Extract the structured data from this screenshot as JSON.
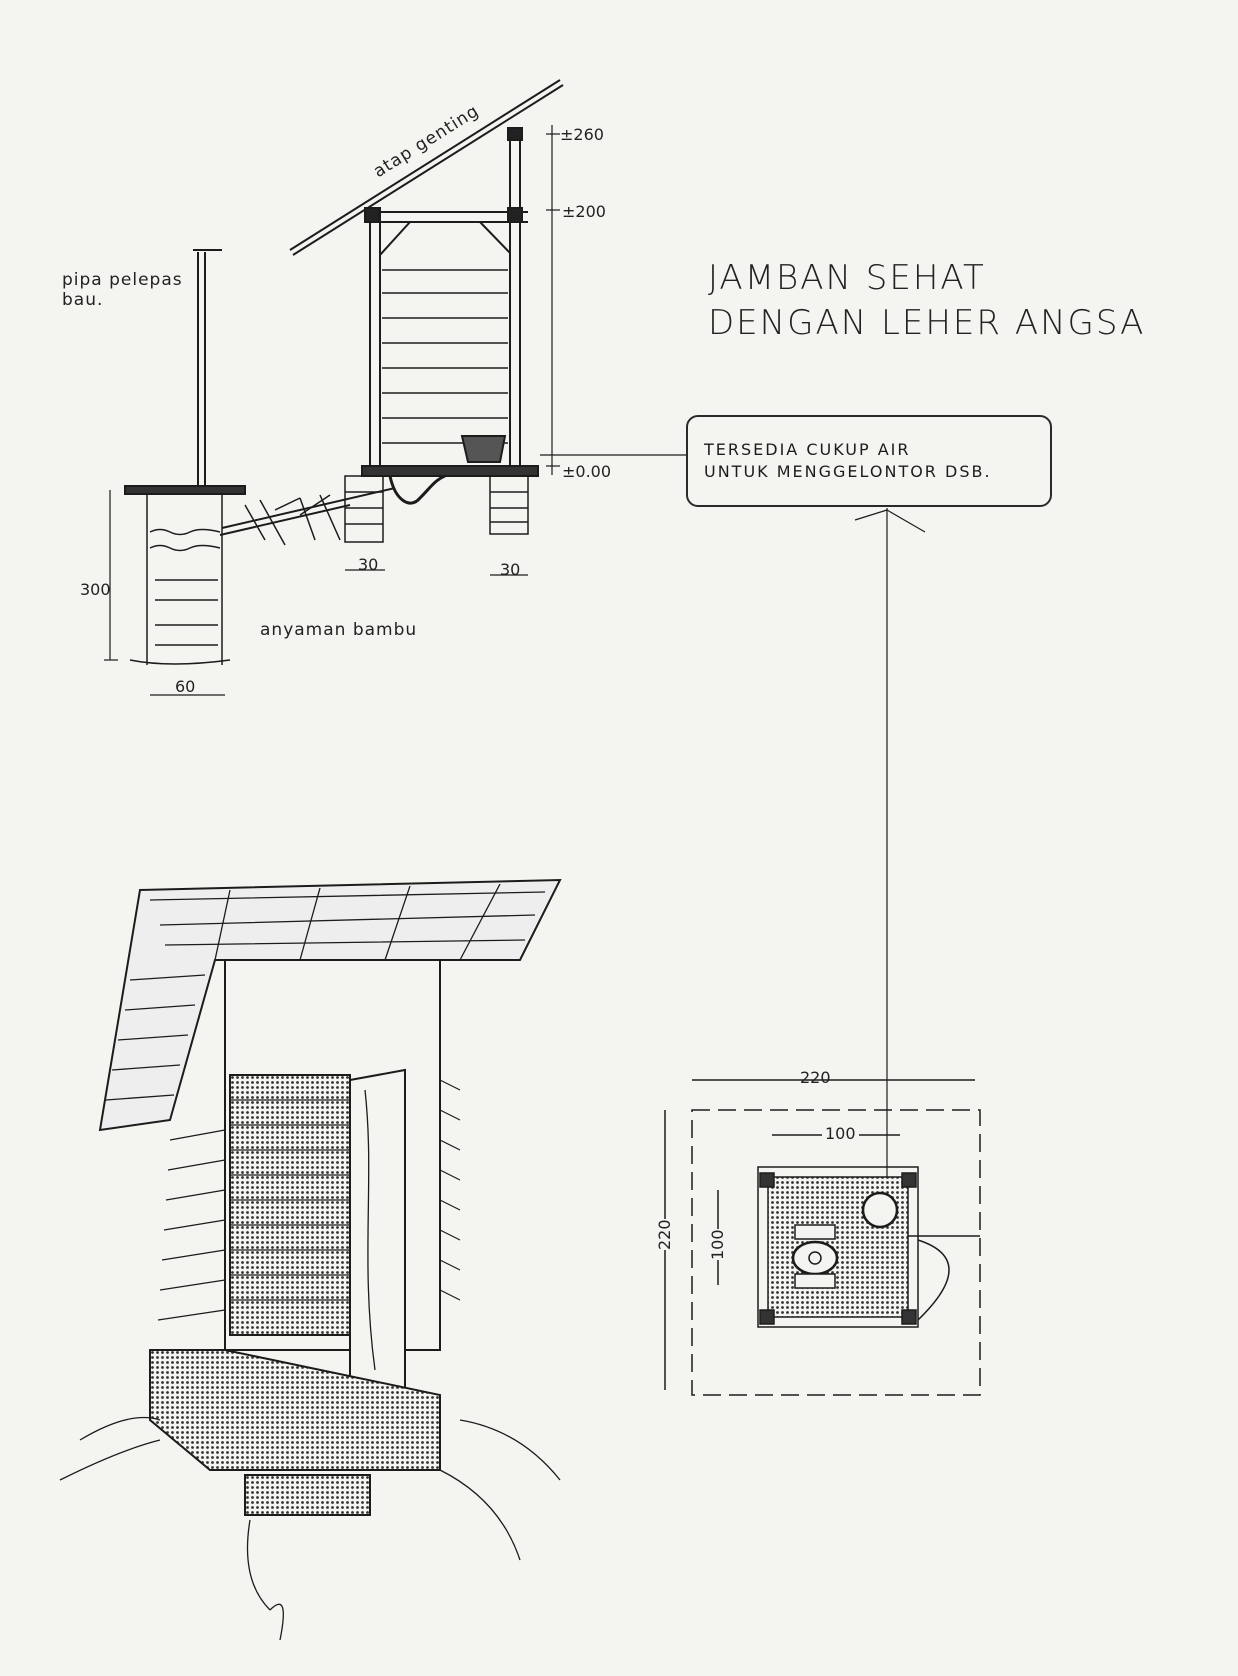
{
  "title": {
    "line1": "JAMBAN  SEHAT",
    "line2": "DENGAN LEHER ANGSA"
  },
  "callout": {
    "line1": "TERSEDIA  CUKUP  AIR",
    "line2": "UNTUK  MENGGELONTOR   DSB."
  },
  "section": {
    "roof_label": "atap genting",
    "pipe_label_line1": "pipa pelepas",
    "pipe_label_line2": "bau.",
    "wall_label": "anyaman bambu",
    "level_260": "±260",
    "level_200": "±200",
    "level_000": "±0.00",
    "pit_depth": "300",
    "pit_width": "60",
    "footing_left": "30",
    "footing_right": "30"
  },
  "plan": {
    "outer_width": "220",
    "outer_height": "220",
    "inner_width": "100",
    "inner_height": "100"
  },
  "colors": {
    "paper": "#f4f4f0",
    "ink": "#1c1c1c"
  }
}
